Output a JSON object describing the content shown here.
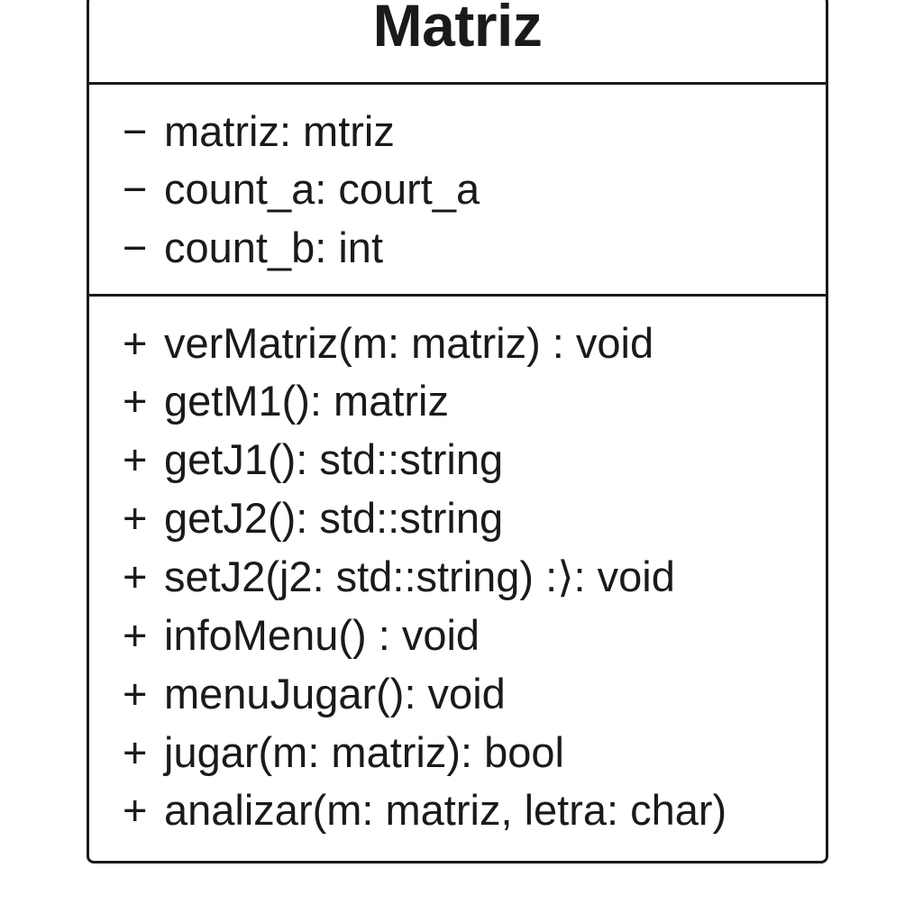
{
  "class": {
    "name": "Matriz",
    "attributes": [
      {
        "visibility": "−",
        "text": "matriz: mtriz"
      },
      {
        "visibility": "−",
        "text": "count_a: court_a"
      },
      {
        "visibility": "−",
        "text": "count_b: int"
      }
    ],
    "methods": [
      {
        "visibility": "+",
        "text": "verMatriz(m: matriz) : void"
      },
      {
        "visibility": "+",
        "text": "getM1(): matriz"
      },
      {
        "visibility": "+",
        "text": "getJ1(): std::string"
      },
      {
        "visibility": "+",
        "text": "getJ2(): std::string"
      },
      {
        "visibility": "+",
        "text": "setJ2(j2: std::string) :⟩: void"
      },
      {
        "visibility": "+",
        "text": "infoMenu() : void"
      },
      {
        "visibility": "+",
        "text": "menuJugar(): void"
      },
      {
        "visibility": "+",
        "text": "jugar(m: matriz): bool"
      },
      {
        "visibility": "+",
        "text": "analizar(m: matriz, letra: char)"
      }
    ]
  }
}
